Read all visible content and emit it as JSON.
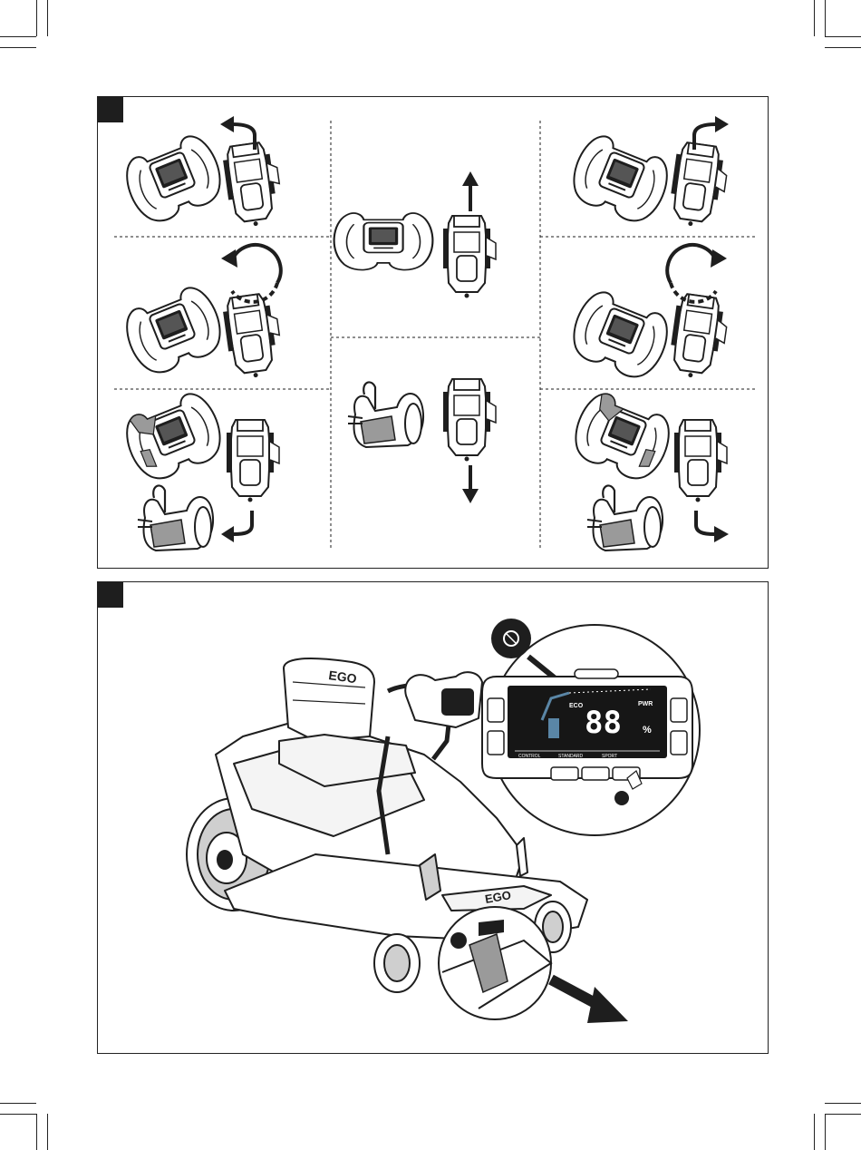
{
  "figure1": {
    "cells": [
      {
        "id": "left-turn",
        "motion": "turn-left"
      },
      {
        "id": "left-spin",
        "motion": "rotate-counterclockwise"
      },
      {
        "id": "left-reverse",
        "motion": "reverse-left"
      },
      {
        "id": "forward",
        "motion": "forward"
      },
      {
        "id": "reverse",
        "motion": "reverse"
      },
      {
        "id": "right-turn",
        "motion": "turn-right"
      },
      {
        "id": "right-spin",
        "motion": "rotate-clockwise"
      },
      {
        "id": "right-reverse",
        "motion": "reverse-right"
      }
    ]
  },
  "figure2": {
    "seat_brand": "EGO",
    "deck_brand": "EGO",
    "display": {
      "battery_value": "88",
      "unit": "%",
      "mode_labels": [
        "ECO",
        "PWR"
      ],
      "drive_modes": [
        "CONTROL",
        "STANDARD",
        "SPORT"
      ]
    },
    "icons": {
      "callout": "mower-deck-icon",
      "button_left": "headlight-icon",
      "button_right": "deck-engage-icon"
    }
  },
  "colors": {
    "ink": "#1e1e1e",
    "lcd": "#161616",
    "lcd_accent": "#5a86a6",
    "shade": "#9a9a9a"
  }
}
